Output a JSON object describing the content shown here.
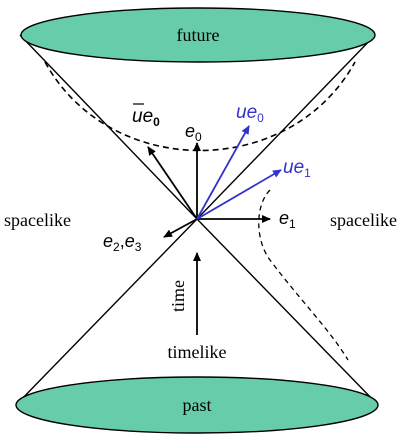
{
  "colors": {
    "disc_fill": "#66CCAA",
    "disc_stroke": "#000000",
    "lines": "#000000",
    "accent_vectors": "#3333CC"
  },
  "labels": {
    "future": "future",
    "past": "past",
    "spacelike_left": "spacelike",
    "spacelike_right": "spacelike",
    "timelike": "timelike",
    "time_axis": "time",
    "ubar_e0": {
      "base": "u",
      "e": "e",
      "sub": "0"
    },
    "e0": {
      "e": "e",
      "sub": "0"
    },
    "u_e0": {
      "u": "u",
      "e": "e",
      "sub": "0"
    },
    "u_e1": {
      "u": "u",
      "e": "e",
      "sub": "1"
    },
    "e1": {
      "e": "e",
      "sub": "1"
    },
    "e2e3": {
      "e": "e",
      "sub2": "2",
      "comma": ",",
      "e3": "e",
      "sub3": "3"
    }
  }
}
